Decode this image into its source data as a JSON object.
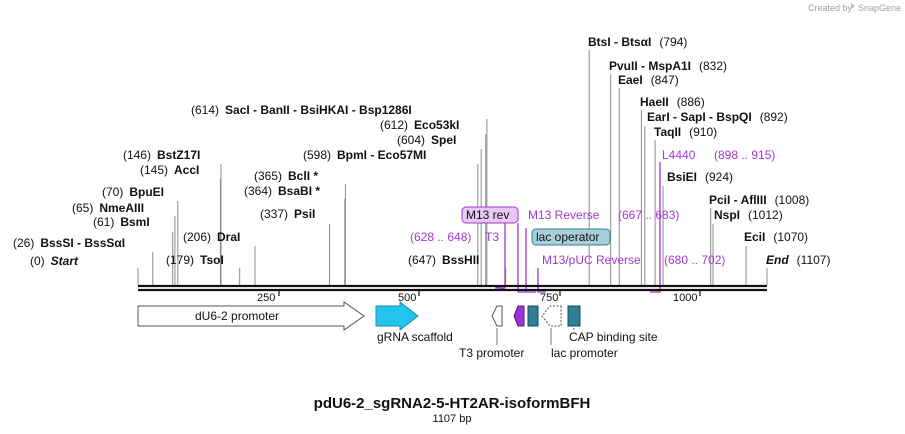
{
  "credit": {
    "created_by": "Created by",
    "brand": "SnapGene"
  },
  "title": "pdU6-2_sgRNA2-5-HT2AR-isoformBFH",
  "length_label": "1107 bp",
  "ruler": {
    "ticks": [
      {
        "label": "250",
        "pos": 250
      },
      {
        "label": "500",
        "pos": 500
      },
      {
        "label": "750",
        "pos": 750
      },
      {
        "label": "1000",
        "pos": 1000
      }
    ]
  },
  "enzymes": [
    {
      "num": "(0)",
      "name": "Start",
      "style": "italic"
    },
    {
      "num": "(26)",
      "name": "BssSI  -  BssSαI",
      "style": "bold"
    },
    {
      "num": "(61)",
      "name": "BsmI",
      "style": "bold"
    },
    {
      "num": "(65)",
      "name": "NmeAIII",
      "style": "bold"
    },
    {
      "num": "(70)",
      "name": "BpuEI",
      "style": "bold"
    },
    {
      "num": "(145)",
      "name": "AccI",
      "style": "bold"
    },
    {
      "num": "(146)",
      "name": "BstZ17I",
      "style": "bold"
    },
    {
      "num": "(179)",
      "name": "TsoI",
      "style": "bold"
    },
    {
      "num": "(206)",
      "name": "DraI",
      "style": "bold"
    },
    {
      "num": "(337)",
      "name": "PsiI",
      "style": "bold"
    },
    {
      "num": "(364)",
      "name": "BsaBI *",
      "style": "bold"
    },
    {
      "num": "(365)",
      "name": "BclI *",
      "style": "bold"
    },
    {
      "num": "(598)",
      "name": "BpmI  -  Eco57MI",
      "style": "bold"
    },
    {
      "num": "(604)",
      "name": "SpeI",
      "style": "bold"
    },
    {
      "num": "(612)",
      "name": "Eco53kI",
      "style": "bold"
    },
    {
      "num": "(614)",
      "name": "SacI  -  BanII  -  BsiHKAI  -  Bsp1286I",
      "style": "bold"
    },
    {
      "num": "(647)",
      "name": "BssHII",
      "style": "bold"
    },
    {
      "num": "(794)",
      "name": "BtsI  -  BtsαI",
      "style": "bold"
    },
    {
      "num": "(832)",
      "name": "PvuII  -  MspA1I",
      "style": "bold"
    },
    {
      "num": "(847)",
      "name": "EaeI",
      "style": "bold"
    },
    {
      "num": "(886)",
      "name": "HaeII",
      "style": "bold"
    },
    {
      "num": "(892)",
      "name": "EarI  -  SapI  -  BspQI",
      "style": "bold"
    },
    {
      "num": "(910)",
      "name": "TaqII",
      "style": "bold"
    },
    {
      "num": "(924)",
      "name": "BsiEI",
      "style": "bold"
    },
    {
      "num": "(1008)",
      "name": "PciI  -  AflIII",
      "style": "bold"
    },
    {
      "num": "(1012)",
      "name": "NspI",
      "style": "bold"
    },
    {
      "num": "(1070)",
      "name": "EciI",
      "style": "bold"
    },
    {
      "num": "(1107)",
      "name": "End",
      "style": "italic"
    }
  ],
  "primers": {
    "m13_rev": "M13 rev",
    "m13_reverse": "M13 Reverse",
    "m13_reverse_range": "(667 .. 683)",
    "t3": "T3",
    "t3_range": "(628 .. 648)",
    "lac_operator": "lac operator",
    "m13_puc_reverse": "M13/pUC Reverse",
    "m13_puc_range": "(680 .. 702)",
    "l4440": "L4440",
    "l4440_range": "(898 .. 915)"
  },
  "features": {
    "du6_promoter": "dU6-2 promoter",
    "grna_scaffold": "gRNA scaffold",
    "t3_promoter": "T3 promoter",
    "lac_promoter": "lac promoter",
    "cap_site": "CAP binding site"
  },
  "colors": {
    "grna_scaffold": "#22c4ee",
    "lac_operator_fill": "#a8cfd8",
    "teal_feature": "#2e7f96",
    "purple": "#a03ad0",
    "primer_fill": "#e8c8f2",
    "violet_feature": "#9b30d9"
  }
}
